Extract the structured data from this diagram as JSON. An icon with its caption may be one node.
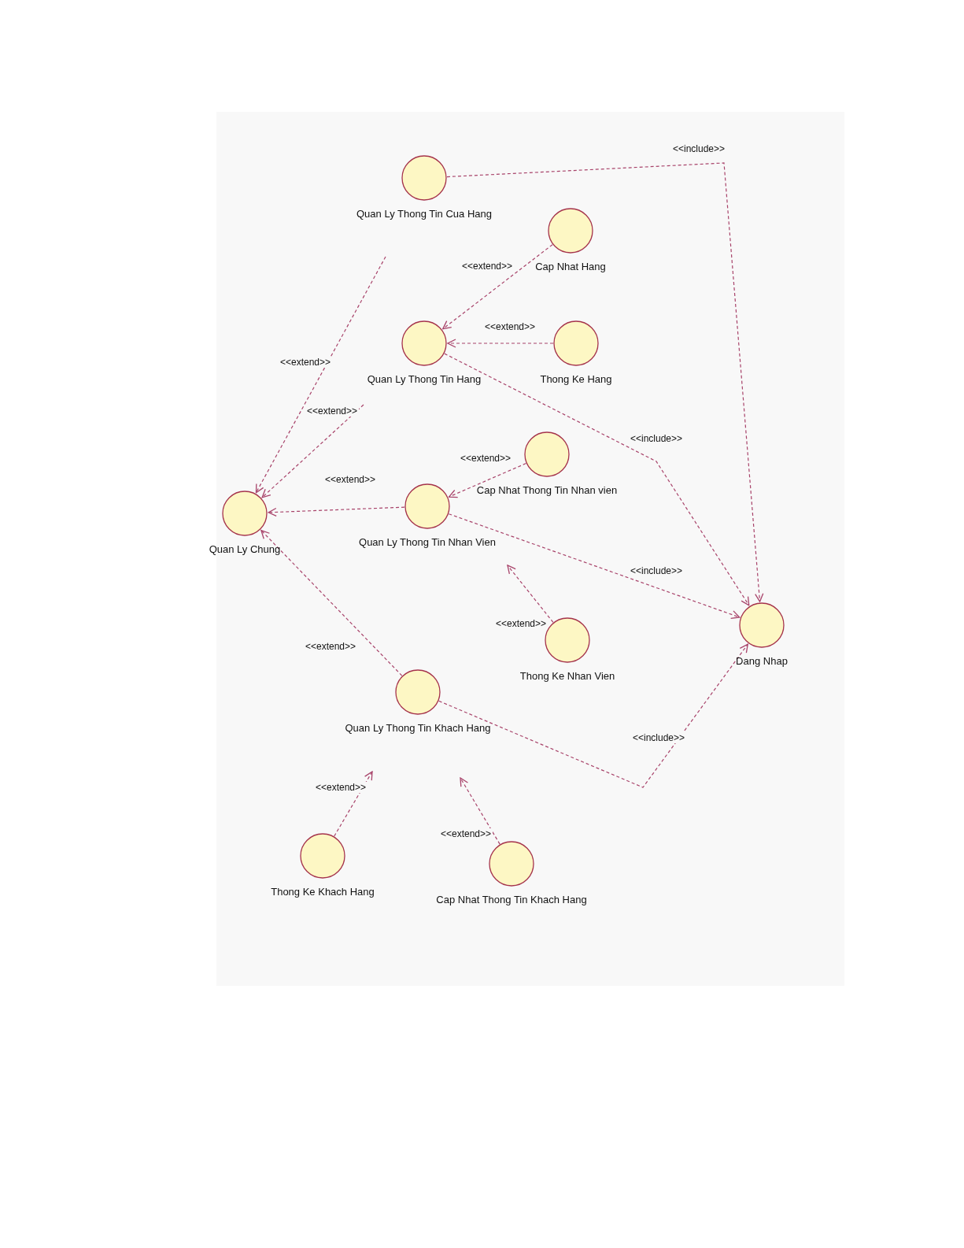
{
  "diagram": {
    "nodes": [
      {
        "text": [
          "Quan Ly Thong Tin Cua Hang"
        ]
      },
      {
        "text": [
          "Cap Nhat Hang"
        ]
      },
      {
        "text": [
          "Quan Ly Thong Tin Hang"
        ]
      },
      {
        "text": [
          "Thong Ke Hang"
        ]
      },
      {
        "text": [
          "Cap Nhat Thong Tin Nhan vien"
        ]
      },
      {
        "text": [
          "Quan Ly Chung"
        ]
      },
      {
        "text": [
          "Quan Ly Thong Tin Nhan Vien"
        ]
      },
      {
        "text": [
          "Dang Nhap"
        ]
      },
      {
        "text": [
          "Thong Ke Nhan Vien"
        ]
      },
      {
        "text": [
          "Quan Ly Thong Tin Khach Hang"
        ]
      },
      {
        "text": [
          "Thong Ke Khach Hang"
        ]
      },
      {
        "text": [
          "Cap Nhat Thong Tin Khach Hang"
        ]
      }
    ],
    "edges": [
      {
        "from": 0,
        "to": 7,
        "arrow": "to",
        "label": "<<include>>",
        "style": "dashed"
      },
      {
        "from": 0,
        "to": 5,
        "arrow": "to",
        "label": "<<extend>>",
        "style": "dashed"
      },
      {
        "from": 1,
        "to": 2,
        "arrow": "to",
        "label": "<<extend>>",
        "style": "dashed"
      },
      {
        "from": 3,
        "to": 2,
        "arrow": "to",
        "label": "<<extend>>",
        "style": "dashed"
      },
      {
        "from": 2,
        "to": 5,
        "arrow": "to",
        "label": "<<extend>>",
        "style": "dashed"
      },
      {
        "from": 2,
        "to": 7,
        "arrow": "to",
        "label": "<<include>>",
        "style": "dashed"
      },
      {
        "from": 4,
        "to": 6,
        "arrow": "to",
        "label": "<<extend>>",
        "style": "dashed"
      },
      {
        "from": 6,
        "to": 5,
        "arrow": "to",
        "label": "<<extend>>",
        "style": "dashed"
      },
      {
        "from": 6,
        "to": 7,
        "arrow": "to",
        "label": "<<include>>",
        "style": "dashed"
      },
      {
        "from": 8,
        "to": 6,
        "arrow": "to",
        "label": "<<extend>>",
        "style": "dashed"
      },
      {
        "from": 9,
        "to": 5,
        "arrow": "to",
        "label": "<<extend>>",
        "style": "dashed"
      },
      {
        "from": 9,
        "to": 7,
        "arrow": "to",
        "label": "<<include>>",
        "style": "dashed"
      },
      {
        "from": 10,
        "to": 9,
        "arrow": "to",
        "label": "<<extend>>",
        "style": "dashed"
      },
      {
        "from": 11,
        "to": 9,
        "arrow": "to",
        "label": "<<extend>>",
        "style": "dashed"
      }
    ]
  }
}
